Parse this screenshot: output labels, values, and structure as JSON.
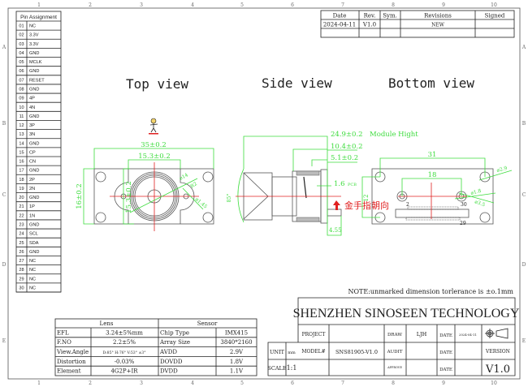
{
  "ruler": {
    "columns": [
      "1",
      "2",
      "3",
      "4",
      "5",
      "6",
      "7",
      "8",
      "9",
      "10"
    ],
    "rows": [
      "A",
      "B",
      "C",
      "D",
      "E"
    ]
  },
  "pin_table": {
    "header": "Pin Assignment",
    "pins": [
      {
        "no": "01",
        "name": "NC"
      },
      {
        "no": "02",
        "name": "3.3V"
      },
      {
        "no": "03",
        "name": "3.3V"
      },
      {
        "no": "04",
        "name": "GND"
      },
      {
        "no": "05",
        "name": "MCLK"
      },
      {
        "no": "06",
        "name": "GND"
      },
      {
        "no": "07",
        "name": "RESET"
      },
      {
        "no": "08",
        "name": "GND"
      },
      {
        "no": "09",
        "name": "4P"
      },
      {
        "no": "10",
        "name": "4N"
      },
      {
        "no": "11",
        "name": "GND"
      },
      {
        "no": "12",
        "name": "3P"
      },
      {
        "no": "13",
        "name": "3N"
      },
      {
        "no": "14",
        "name": "GND"
      },
      {
        "no": "15",
        "name": "CP"
      },
      {
        "no": "16",
        "name": "CN"
      },
      {
        "no": "17",
        "name": "GND"
      },
      {
        "no": "18",
        "name": "2P"
      },
      {
        "no": "19",
        "name": "2N"
      },
      {
        "no": "20",
        "name": "GND"
      },
      {
        "no": "21",
        "name": "1P"
      },
      {
        "no": "22",
        "name": "1N"
      },
      {
        "no": "23",
        "name": "GND"
      },
      {
        "no": "24",
        "name": "SCL"
      },
      {
        "no": "25",
        "name": "SDA"
      },
      {
        "no": "26",
        "name": "GND"
      },
      {
        "no": "27",
        "name": "NC"
      },
      {
        "no": "28",
        "name": "NC"
      },
      {
        "no": "29",
        "name": "NC"
      },
      {
        "no": "30",
        "name": "NC"
      }
    ]
  },
  "revision_table": {
    "headers": [
      "Date",
      "Rev.",
      "Sym.",
      "Revisions",
      "Signed"
    ],
    "rows": [
      [
        "2024-04-11",
        "V1.0",
        "",
        "NEW",
        ""
      ]
    ]
  },
  "views": {
    "top": {
      "title": "Top view",
      "dims": {
        "width": "35±0.2",
        "inner_width": "15.3±0.2",
        "inner_height": "15.3±0.2",
        "height": "16±0.2",
        "lens_dia": "⌀14",
        "radius": "R2",
        "hole_dia": "⌀1.45"
      }
    },
    "side": {
      "title": "Side view",
      "dims": {
        "module_height": "24.9±0.2",
        "module_height_label": "Module Hight",
        "d2": "10.4±0.2",
        "d3": "5.1±0.2",
        "pcb": "1.6",
        "pcb_unit": "PCB",
        "finger": "4.55",
        "angle": "85°"
      },
      "gold_finger_note": "金手指朝向"
    },
    "bottom": {
      "title": "Bottom view",
      "dims": {
        "width": "31",
        "hole_spacing": "18",
        "height": "12",
        "hole_dia_corner": "⌀2.9",
        "hole_dia_small": "⌀1.8",
        "hole_dia_outer": "⌀3.5"
      },
      "pin_labels": {
        "p2": "2",
        "p30": "30",
        "p29": "29"
      }
    }
  },
  "spec_table": {
    "lens_header": "Lens",
    "sensor_header": "Sensor",
    "rows": [
      {
        "lens_key": "EFL",
        "lens_val": "3.24±5%mm",
        "sensor_key": "Chip Type",
        "sensor_val": "IMX415"
      },
      {
        "lens_key": "F.NO",
        "lens_val": "2.2±5%",
        "sensor_key": "Array Size",
        "sensor_val": "3840*2160"
      },
      {
        "lens_key": "View.Angle",
        "lens_val": "D:85° H:76° V:53° ±3°",
        "sensor_key": "AVDD",
        "sensor_val": "2.9V"
      },
      {
        "lens_key": "Distortion",
        "lens_val": "-0.03%",
        "sensor_key": "DOVDD",
        "sensor_val": "1.8V"
      },
      {
        "lens_key": "Element",
        "lens_val": "4G2P+IR",
        "sensor_key": "DVDD",
        "sensor_val": "1.1V"
      }
    ]
  },
  "title_block": {
    "note": "NOTE:unmarked dimension torlerance is ±o.1mm",
    "company": "SHENZHEN SINOSEEN TECHNOLOGY",
    "project_label": "PROJECT",
    "project_value": "",
    "model_label": "MODEL#",
    "model_value": "SNS81905-V1.0",
    "unit_label": "UNIT",
    "unit_value": "mm",
    "scale_label": "SCALE",
    "scale_value": "1:1",
    "draw_label": "DRAW",
    "draw_value": "LJH",
    "audit_label": "AUDIT",
    "approve_label": "APPROVE",
    "date_label": "DATE",
    "date_value": "2024-04-11",
    "version_label": "VERSION",
    "version_value": "V1.0"
  },
  "colors": {
    "dimension": "#3ddc3d",
    "centerline": "#e02020",
    "outline": "#555555"
  }
}
